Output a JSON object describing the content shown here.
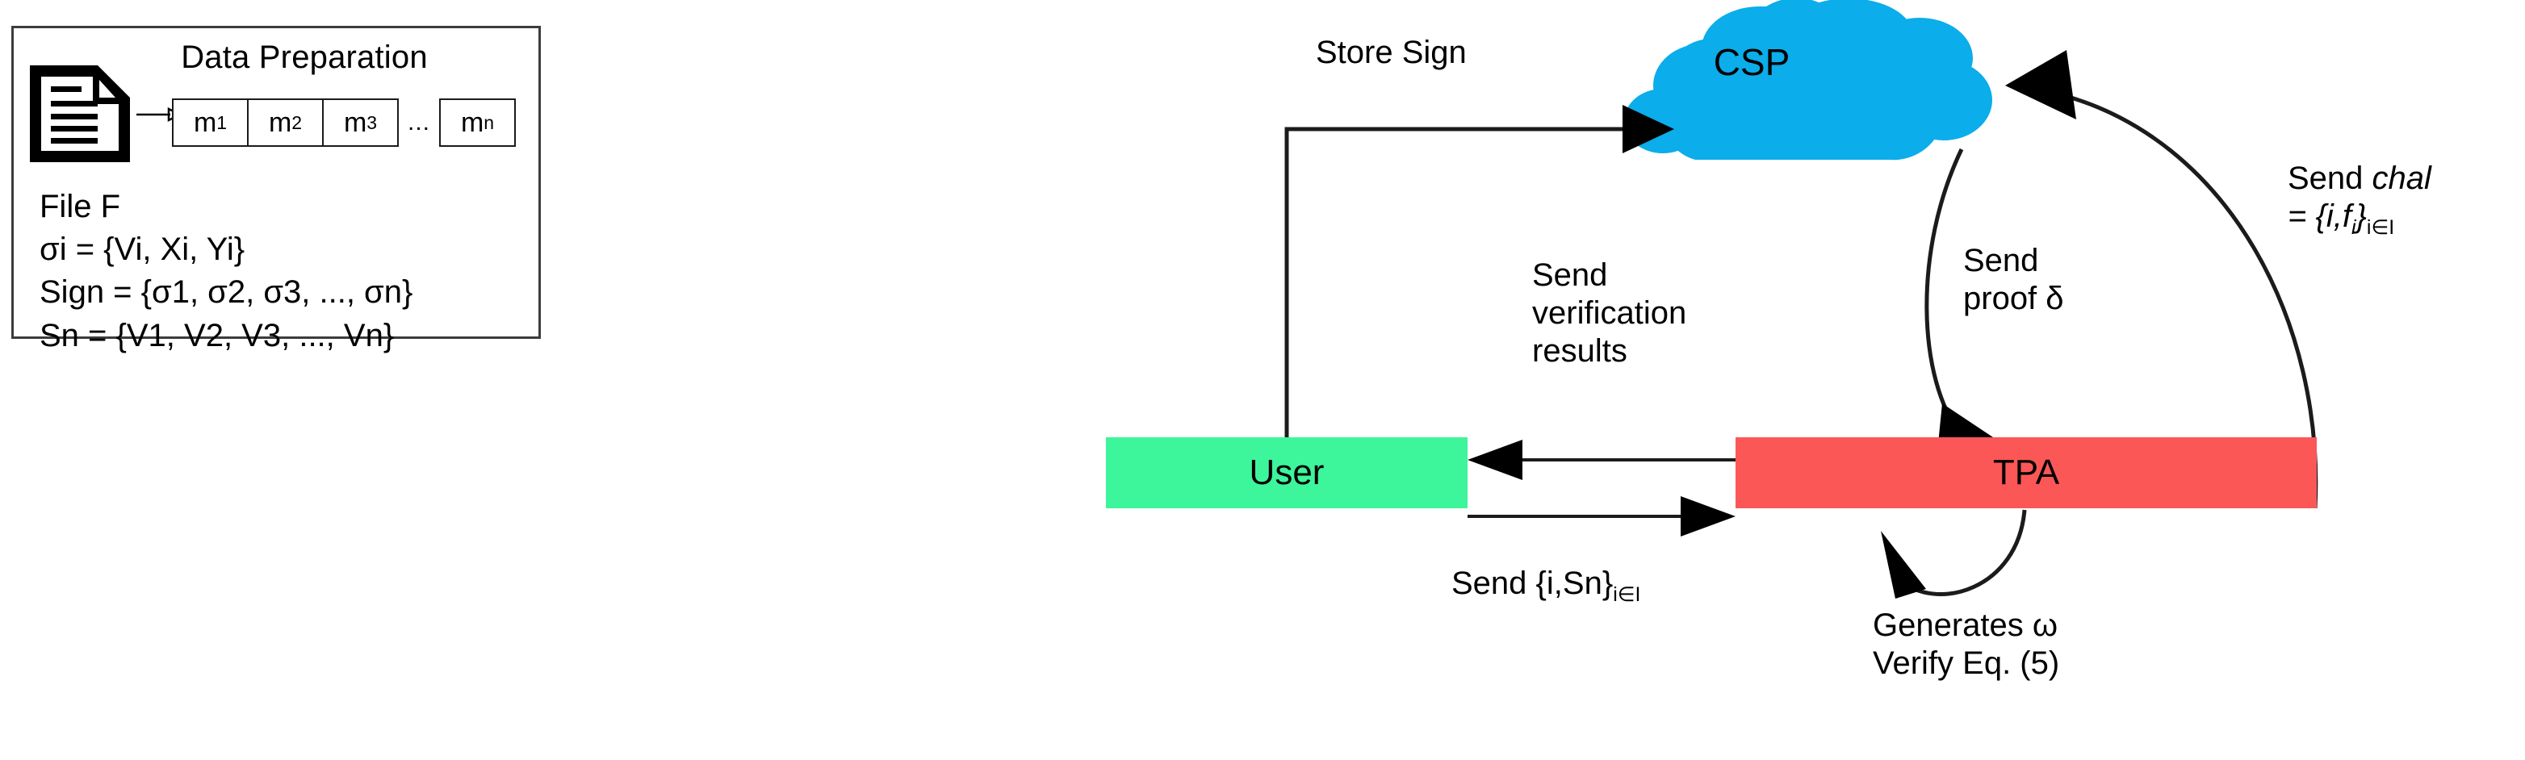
{
  "diagram": {
    "title": "Data Preparation",
    "panel": {
      "title": "Data Preparation",
      "file_icon_name": "document-file-icon",
      "blocks": [
        {
          "label": "m",
          "sub": "1"
        },
        {
          "label": "m",
          "sub": "2"
        },
        {
          "label": "m",
          "sub": "3"
        },
        {
          "label": "m",
          "sub": "n"
        }
      ],
      "blocks_ellipsis": "...",
      "formulas": [
        "File F",
        "σi = {Vi, Xi, Yi}",
        "Sign  = {σ1, σ2, σ3, ..., σn}",
        "Sn  = {V1, V2, V3, ..., Vn}"
      ],
      "formula_parts": {
        "line1": "File F",
        "line2_lhs": "σ",
        "line2_lhs_sub": "i",
        "line2_rhs": " = {V",
        "line3_lhs": "Sign",
        "line4_lhs": "Sn"
      }
    },
    "nodes": [
      {
        "id": "csp",
        "label": "CSP",
        "shape": "cloud",
        "color": "#0badea"
      },
      {
        "id": "user",
        "label": "User",
        "shape": "rectangle",
        "color": "#3df59a"
      },
      {
        "id": "tpa",
        "label": "TPA",
        "shape": "rectangle",
        "color": "#fb5757"
      }
    ],
    "edges": [
      {
        "id": "store-sign",
        "from": "user",
        "to": "csp",
        "label": "Store Sign"
      },
      {
        "id": "send-chal",
        "from": "tpa",
        "to": "csp",
        "label_line1": "Send chal",
        "label_line2": "= {i,fi}i∈I"
      },
      {
        "id": "send-proof",
        "from": "csp",
        "to": "tpa",
        "label_line1": "Send",
        "label_line2": "proof δ"
      },
      {
        "id": "send-verif",
        "from": "tpa",
        "to": "user",
        "label_line1": "Send",
        "label_line2": "verification",
        "label_line3": "results"
      },
      {
        "id": "send-i-sn",
        "from": "user",
        "to": "tpa",
        "label": "Send {i,Sn}i∈I"
      },
      {
        "id": "tpa-selfloop",
        "from": "tpa",
        "to": "tpa",
        "label_line1": "Generates ω",
        "label_line2": "Verify Eq. (5)"
      }
    ],
    "labels": {
      "store_sign": "Store Sign",
      "send_verification_l1": "Send",
      "send_verification_l2": "verification",
      "send_verification_l3": "results",
      "send_proof_l1": "Send",
      "send_proof_l2": "proof δ",
      "send_chal_l1_prefix": "Send ",
      "send_chal_l1_italic": "chal",
      "send_chal_l2_prefix": "= {i,",
      "send_chal_l2_italic": "f",
      "send_chal_l2_isub": "i",
      "send_chal_l2_close": "}",
      "send_chal_l2_sub": "i∈I",
      "send_isn_main": "Send {i,Sn}",
      "send_isn_sub": "i∈I",
      "generates_l1": "Generates ω",
      "generates_l2": "Verify Eq. (5)"
    },
    "colors": {
      "cloud": "#0badea",
      "user": "#3df59a",
      "tpa": "#fb5757",
      "stroke": "#000000",
      "panel_border": "#3c3c3c"
    }
  }
}
